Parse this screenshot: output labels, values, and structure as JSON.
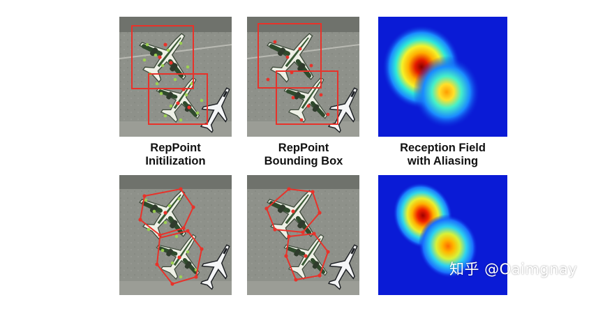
{
  "captions": {
    "col1": {
      "line1": "RepPoint",
      "line2": "Initilization"
    },
    "col2": {
      "line1": "RepPoint",
      "line2": "Bounding Box"
    },
    "col3": {
      "line1": "Reception Field",
      "line2": "with Aliasing"
    }
  },
  "watermark": "知乎 @Oaimgnay",
  "colors": {
    "box_red": "#e8322a",
    "point_green": "#9fd84e",
    "heat_background": "#0a1bd6"
  },
  "icons": [
    "airplane-icon"
  ]
}
